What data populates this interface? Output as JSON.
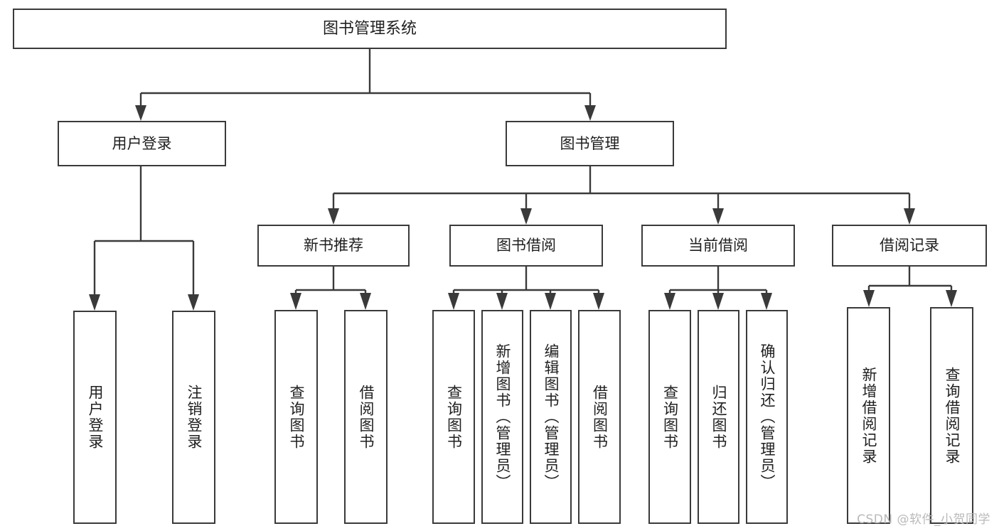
{
  "diagram": {
    "title": "图书管理系统",
    "type": "功能结构图",
    "root": {
      "id": "root",
      "label": "图书管理系统"
    },
    "level2": [
      {
        "id": "user-login",
        "label": "用户登录"
      },
      {
        "id": "book-manage",
        "label": "图书管理"
      }
    ],
    "level3": [
      {
        "id": "new-book-recommend",
        "label": "新书推荐",
        "parent": "book-manage"
      },
      {
        "id": "book-borrow",
        "label": "图书借阅",
        "parent": "book-manage"
      },
      {
        "id": "current-borrow",
        "label": "当前借阅",
        "parent": "book-manage"
      },
      {
        "id": "borrow-record",
        "label": "借阅记录",
        "parent": "book-manage"
      }
    ],
    "leaves": {
      "user-login": [
        {
          "id": "leaf-user-login",
          "label": "用户登录"
        },
        {
          "id": "leaf-logout",
          "label": "注销登录"
        }
      ],
      "new-book-recommend": [
        {
          "id": "leaf-query-book-1",
          "label": "查询图书"
        },
        {
          "id": "leaf-borrow-book-1",
          "label": "借阅图书"
        }
      ],
      "book-borrow": [
        {
          "id": "leaf-query-book-2",
          "label": "查询图书"
        },
        {
          "id": "leaf-add-book",
          "label": "新增图书（管理员）"
        },
        {
          "id": "leaf-edit-book",
          "label": "编辑图书（管理员）"
        },
        {
          "id": "leaf-borrow-book-2",
          "label": "借阅图书"
        }
      ],
      "current-borrow": [
        {
          "id": "leaf-query-book-3",
          "label": "查询图书"
        },
        {
          "id": "leaf-return-book",
          "label": "归还图书"
        },
        {
          "id": "leaf-confirm-return",
          "label": "确认归还（管理员）"
        }
      ],
      "borrow-record": [
        {
          "id": "leaf-add-record",
          "label": "新增借阅记录"
        },
        {
          "id": "leaf-query-record",
          "label": "查询借阅记录"
        }
      ]
    }
  },
  "watermark": {
    "text": "CSDN @软件_小贺同学"
  },
  "colors": {
    "stroke": "#3a3a3a",
    "background": "#ffffff",
    "text": "#1f1f1f",
    "watermark": "#b9b9b9"
  }
}
